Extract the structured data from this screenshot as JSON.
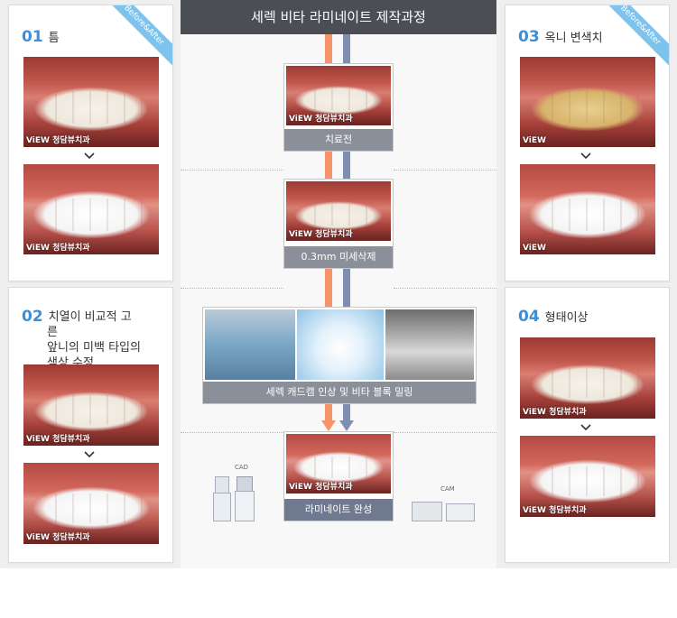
{
  "header": {
    "title": "세렉 비타 라미네이트 제작과정"
  },
  "ribbon_text": "Before&After",
  "watermark": "ViEW 청담뷰치과",
  "watermark_short": "ViEW",
  "cards": {
    "c01": {
      "num": "01",
      "title": "틈"
    },
    "c02": {
      "num": "02",
      "title_lines": [
        "치열이 비교적 고른",
        "앞니의 미백 타입의",
        "색상 수정"
      ]
    },
    "c03": {
      "num": "03",
      "title": "옥니 변색치"
    },
    "c04": {
      "num": "04",
      "title": "형태이상"
    }
  },
  "process": {
    "step1": "치료전",
    "step2": "0.3mm 미세삭제",
    "step3": "세렉 캐드캠 인상 및 비타 블록 밀링",
    "step4": "라미네이트 완성",
    "cad_label": "CAD",
    "cam_label": "CAM"
  },
  "icons": [
    "chevron-down-icon"
  ],
  "colors": {
    "accent": "#3a8fd8",
    "ribbon": "#7ec3ec",
    "header": "#4b4e55",
    "stripe_orange": "#f5936a",
    "stripe_blue": "#7f8eb0"
  }
}
